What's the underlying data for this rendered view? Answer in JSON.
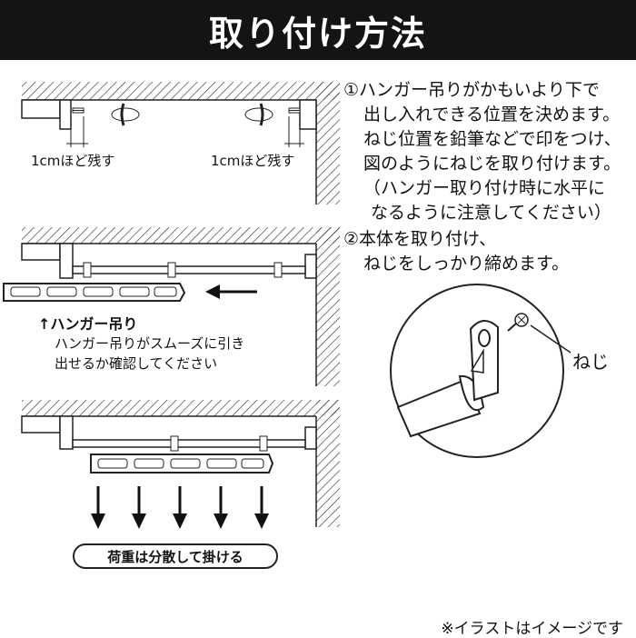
{
  "header": {
    "title": "取り付け方法"
  },
  "fig1": {
    "left_label": "1cmほど残す",
    "right_label": "1cmほど残す"
  },
  "instructions": {
    "lines": [
      "①ハンガー吊りがかもいより下で",
      "出し入れできる位置を決めます。",
      "ねじ位置を鉛筆などで印をつけ、",
      "図のようにねじを取り付けます。",
      "（ハンガー取り付け時に水平に",
      "なるように注意してください）",
      "②本体を取り付け、",
      "ねじをしっかり締めます。"
    ]
  },
  "fig2": {
    "hanger_title": "↑ハンガー吊り",
    "hanger_desc": [
      "ハンガー吊りがスムーズに引き",
      "出せるか確認してください"
    ]
  },
  "fig3": {
    "caption": "荷重は分散して掛ける"
  },
  "detail": {
    "screw_label": "ねじ"
  },
  "footer": {
    "note": "※イラストはイメージです"
  }
}
